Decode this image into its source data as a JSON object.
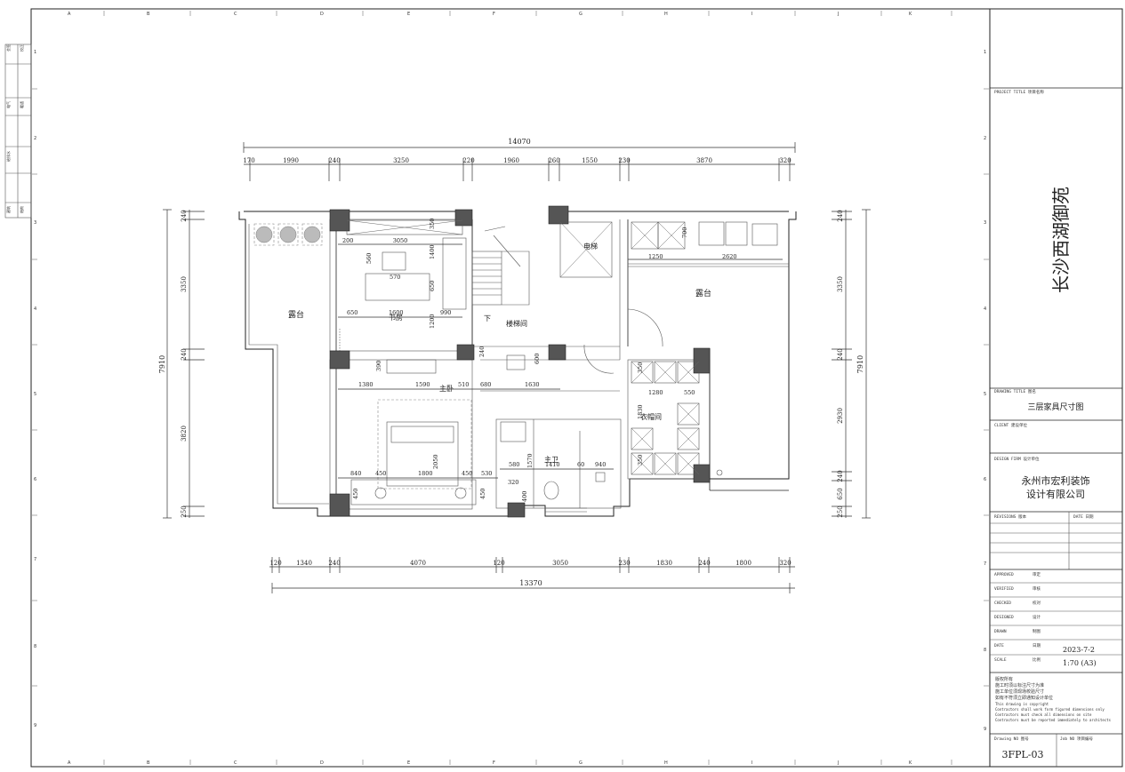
{
  "frame": {
    "column_letters": [
      "A",
      "B",
      "C",
      "D",
      "E",
      "F",
      "G",
      "H",
      "I",
      "J",
      "K"
    ],
    "row_numbers": [
      "1",
      "2",
      "3",
      "4",
      "5",
      "6",
      "7",
      "8",
      "9"
    ],
    "left_strip_labels": [
      "会签",
      "校正",
      "电气",
      "给排水",
      "暖通",
      "建筑",
      "结构"
    ]
  },
  "title_block": {
    "project_title_label": "PROJECT TITLE 项目名称",
    "project_title": "长沙西湖御苑",
    "drawing_title_label": "DRAWING TITLE 图名",
    "drawing_title": "三层家具尺寸图",
    "client_label": "CLIENT 建设单位",
    "design_firm_label": "DESIGN FIRM 设计单位",
    "design_firm_line1": "永州市宏利装饰",
    "design_firm_line2": "设计有限公司",
    "revisions_label": "REVISIONS 版本",
    "date_col_label": "DATE 日期",
    "roles": [
      {
        "en": "APPROVED",
        "cn": "审定"
      },
      {
        "en": "VERIFIED",
        "cn": "审核"
      },
      {
        "en": "CHECKED",
        "cn": "校对"
      },
      {
        "en": "DESIGNED",
        "cn": "设计"
      },
      {
        "en": "DRAWN",
        "cn": "制图"
      }
    ],
    "date_label_en": "DATE",
    "date_label_cn": "日期",
    "date_value": "2023-7-2",
    "scale_label_en": "SCALE",
    "scale_label_cn": "比例",
    "scale_value": "1:70 (A3)",
    "notes": [
      "版权所有",
      "施工时须以标注尺寸为准",
      "施工单位须现场校验尺寸",
      "如有不符须立即通知设计单位",
      "This drawing is copyright",
      "Contractors shall work form figured dimensions only",
      "Contractors must check all dimensions on site",
      "Contractors must be reported immediately to architects"
    ],
    "drawing_no_label": "Drawing NO 图号",
    "job_no_label": "Job NO 项目编号",
    "drawing_no": "3FPL-03"
  },
  "plan": {
    "rooms": {
      "terrace_left": "露台",
      "terrace_right": "露台",
      "stair": "楼梯间",
      "elevator": "电梯",
      "down": "下",
      "wardrobe": "衣帽间",
      "master_bath": "主卫",
      "study": "书房",
      "master_bed": "主卧"
    },
    "dims": {
      "top_total": "14070",
      "top": [
        "170",
        "1990",
        "240",
        "3250",
        "220",
        "1960",
        "260",
        "1550",
        "230",
        "3870",
        "320"
      ],
      "bottom_total": "13370",
      "bottom": [
        "120",
        "1340",
        "240",
        "4070",
        "120",
        "3050",
        "230",
        "1830",
        "240",
        "1800",
        "320"
      ],
      "left_total": "7910",
      "left": [
        "240",
        "3350",
        "240",
        "3820",
        "250"
      ],
      "right_total": "7910",
      "right": [
        "240",
        "3350",
        "240",
        "2930",
        "240",
        "650",
        "250"
      ],
      "inner": {
        "d200": "200",
        "d3050": "3050",
        "d350": "350",
        "d560": "560",
        "d570": "570",
        "d1400": "1400",
        "d650a": "650",
        "d650b": "650",
        "d1600": "1600",
        "d990": "990",
        "d1200": "1200",
        "d700": "700",
        "d1250": "1250",
        "d2620": "2620",
        "d390": "390",
        "d1380": "1380",
        "d1590": "1590",
        "d510": "510",
        "d680": "680",
        "d1630": "1630",
        "d240s": "240",
        "d600": "600",
        "d350a": "350",
        "d1280": "1280",
        "d550": "550",
        "d1830": "1830",
        "d350b": "350",
        "d840": "840",
        "d450a": "450",
        "d1800": "1800",
        "d2050": "2050",
        "d450b": "450",
        "d530": "530",
        "d450c": "450",
        "d450d": "450",
        "d580": "580",
        "d1570": "1570",
        "d1410": "1410",
        "d60": "60",
        "d940": "940",
        "d320": "320",
        "d400": "400"
      }
    }
  }
}
